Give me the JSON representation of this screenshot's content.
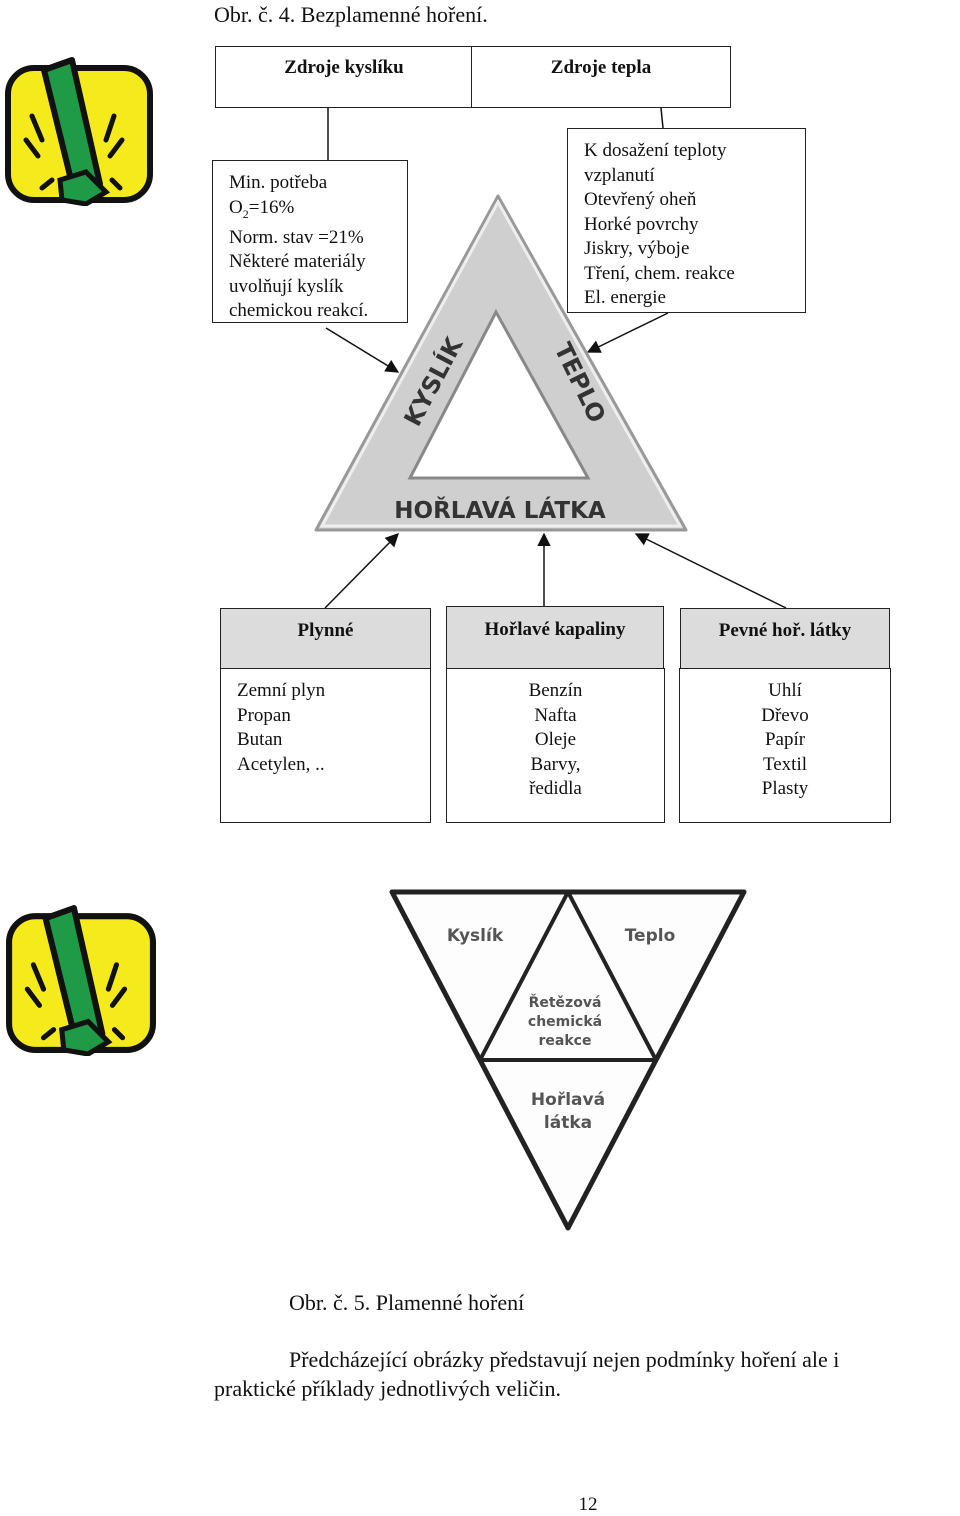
{
  "figure4": {
    "caption": "Obr. č. 4.  Bezplamenné hoření.",
    "header_left": "Zdroje kyslíku",
    "header_right": "Zdroje tepla",
    "oxygen_box": {
      "line1": "Min. potřeba",
      "o2_prefix": "O",
      "o2_sub": "2",
      "o2_suffix": "=16%",
      "line3": "Norm. stav =21%",
      "line4": "Některé materiály",
      "line5": "uvolňují kyslík",
      "line6": "chemickou reakcí."
    },
    "heat_box": {
      "line1": "K dosažení teploty",
      "line2": "vzplanutí",
      "line3": "Otevřený oheň",
      "line4": "Horké povrchy",
      "line5": "Jiskry, výboje",
      "line6": "Tření, chem. reakce",
      "line7": "El. energie"
    },
    "triangle": {
      "left": "KYSLÍK",
      "right": "TEPLO",
      "bottom": "HOŘLAVÁ LÁTKA"
    },
    "columns": [
      {
        "header": "Plynné",
        "items": [
          "Zemní plyn",
          "Propan",
          "Butan",
          "Acetylen, .."
        ]
      },
      {
        "header": "Hořlavé kapaliny",
        "items": [
          "Benzín",
          "Nafta",
          "Oleje",
          "Barvy,",
          "ředidla"
        ]
      },
      {
        "header": "Pevné hoř. látky",
        "items": [
          "Uhlí",
          "Dřevo",
          "Papír",
          "Textil",
          "Plasty"
        ]
      }
    ]
  },
  "figure5": {
    "top_left": "Kyslík",
    "top_right": "Teplo",
    "center": [
      "Řetězová",
      "chemická",
      "reakce"
    ],
    "bottom": [
      "Hořlavá",
      "látka"
    ],
    "caption": "Obr. č. 5.  Plamenné hoření"
  },
  "paragraph": {
    "line1": "Předcházející obrázky představují nejen podmínky hoření ale i",
    "line2": "praktické příklady jednotlivých veličin."
  },
  "page_number": "12",
  "colors": {
    "warning_yellow": "#f4ea1c",
    "warning_green": "#1f9b48",
    "header_gray": "#dcdcdc"
  },
  "icons": [
    "warning-exclamation-icon"
  ]
}
